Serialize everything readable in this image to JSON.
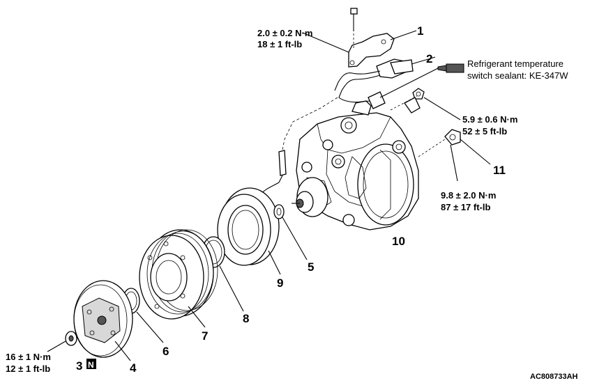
{
  "callouts": {
    "p1": "1",
    "p2": "2",
    "p3": "3",
    "p4": "4",
    "p5": "5",
    "p6": "6",
    "p7": "7",
    "p8": "8",
    "p9": "9",
    "p10": "10",
    "p11": "11"
  },
  "new_part_badge": "N",
  "torques": {
    "t_bolt1": {
      "nm": "2.0 ± 0.2 N·m",
      "ftlb": "18 ± 1 ft-lb"
    },
    "t_bolt2": {
      "nm": "5.9 ± 0.6 N·m",
      "ftlb": "52 ± 5 ft-lb"
    },
    "t_switch": {
      "nm": "9.8 ± 2.0 N·m",
      "ftlb": "87 ± 17 ft-lb"
    },
    "t_nut": {
      "nm": "16 ± 1 N·m",
      "ftlb": "12 ± 1 ft-lb"
    }
  },
  "sealant_note": {
    "line1": "Refrigerant temperature",
    "line2": "switch sealant: KE-347W"
  },
  "figure_code": "AC808733AH"
}
